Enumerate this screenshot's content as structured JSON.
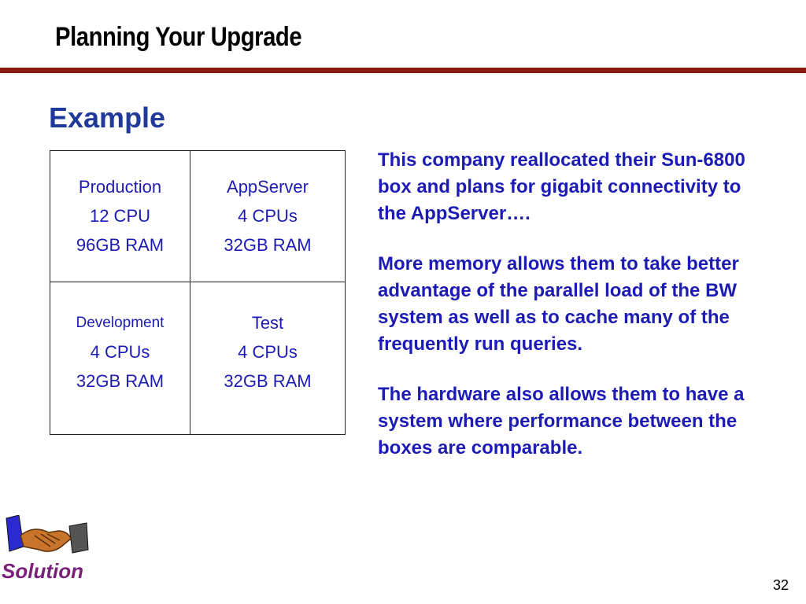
{
  "header": {
    "title": "Planning Your Upgrade"
  },
  "section": {
    "title": "Example"
  },
  "table": {
    "rows": [
      [
        {
          "name": "Production",
          "line1": "12 CPU",
          "line2": "96GB RAM"
        },
        {
          "name": "AppServer",
          "line1": "4 CPUs",
          "line2": "32GB RAM"
        }
      ],
      [
        {
          "name": "Development",
          "line1": "4 CPUs",
          "line2": "32GB RAM"
        },
        {
          "name": "Test",
          "line1": "4 CPUs",
          "line2": "32GB RAM"
        }
      ]
    ]
  },
  "body": {
    "paragraphs": [
      "This company reallocated their Sun-6800 box and plans for gigabit connectivity to the AppServer….",
      "More memory allows them to take better advantage of the parallel load of the BW system as well as to cache many of the frequently run queries.",
      "The hardware also allows them to have a system where performance between the boxes are comparable."
    ]
  },
  "footer": {
    "brand": "Solution",
    "page_number": "32",
    "logo_icon": "handshake-icon"
  },
  "colors": {
    "accent_rule": "#8b1a12",
    "heading_blue": "#1f3a9a",
    "text_blue": "#1c1cb4",
    "brand_purple": "#7a1f7a"
  }
}
